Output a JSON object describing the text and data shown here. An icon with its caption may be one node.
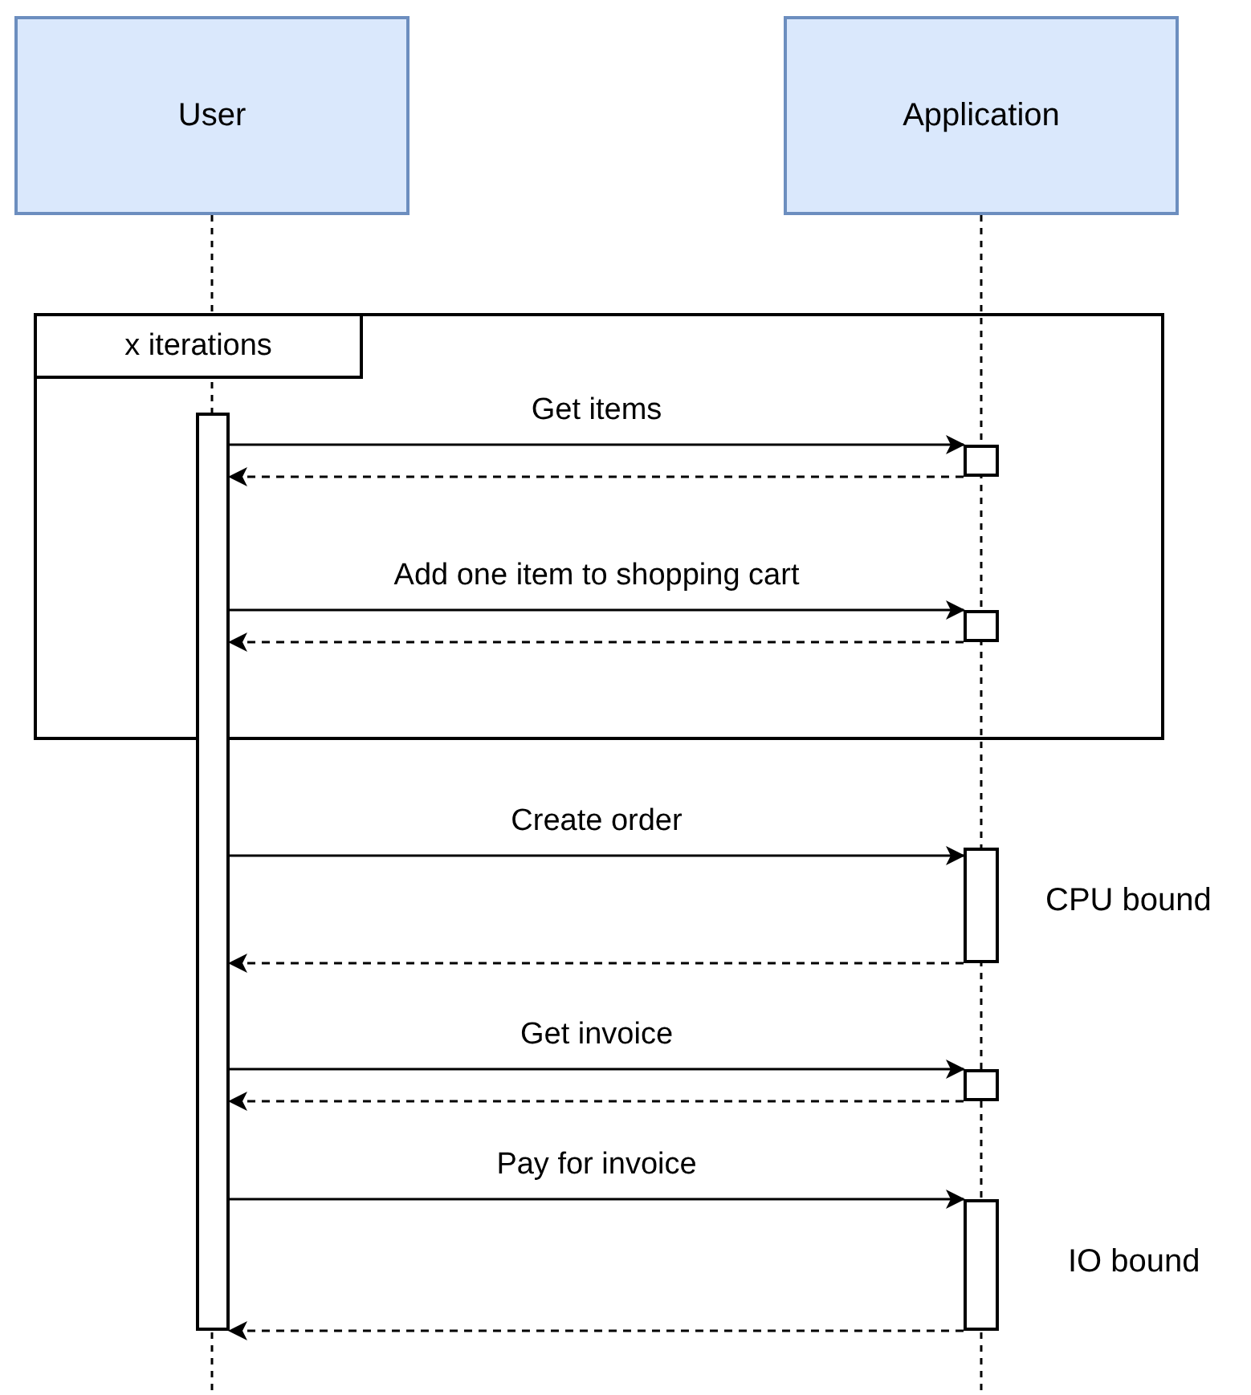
{
  "diagram": {
    "nodes": [
      {
        "text": [
          "User"
        ]
      },
      {
        "text": [
          "Application"
        ]
      },
      {
        "text": [
          "x iterations"
        ]
      },
      {
        "text": [],
        "shape": "bar"
      },
      {
        "text": [],
        "shape": "bar",
        "in": 2
      },
      {
        "text": [],
        "shape": "bar",
        "in": 2
      },
      {
        "text": [],
        "shape": "bar",
        "beside": [
          "CPU bound"
        ]
      },
      {
        "text": [],
        "shape": "bar"
      },
      {
        "text": [],
        "shape": "bar",
        "beside": [
          "IO bound"
        ]
      }
    ],
    "edges": [
      {
        "from": 3,
        "to": 4,
        "arrow": "to",
        "label": "Get items"
      },
      {
        "from": 4,
        "to": 3,
        "arrow": "to",
        "style": "dashed"
      },
      {
        "from": 3,
        "to": 5,
        "arrow": "to",
        "label": "Add one item to shopping cart"
      },
      {
        "from": 5,
        "to": 3,
        "arrow": "to",
        "style": "dashed"
      },
      {
        "from": 3,
        "to": 6,
        "arrow": "to",
        "label": "Create order"
      },
      {
        "from": 6,
        "to": 3,
        "arrow": "to",
        "style": "dashed"
      },
      {
        "from": 3,
        "to": 7,
        "arrow": "to",
        "label": "Get invoice"
      },
      {
        "from": 7,
        "to": 3,
        "arrow": "to",
        "style": "dashed"
      },
      {
        "from": 3,
        "to": 8,
        "arrow": "to",
        "label": "Pay for invoice"
      },
      {
        "from": 8,
        "to": 3,
        "arrow": "to",
        "style": "dashed"
      }
    ]
  }
}
